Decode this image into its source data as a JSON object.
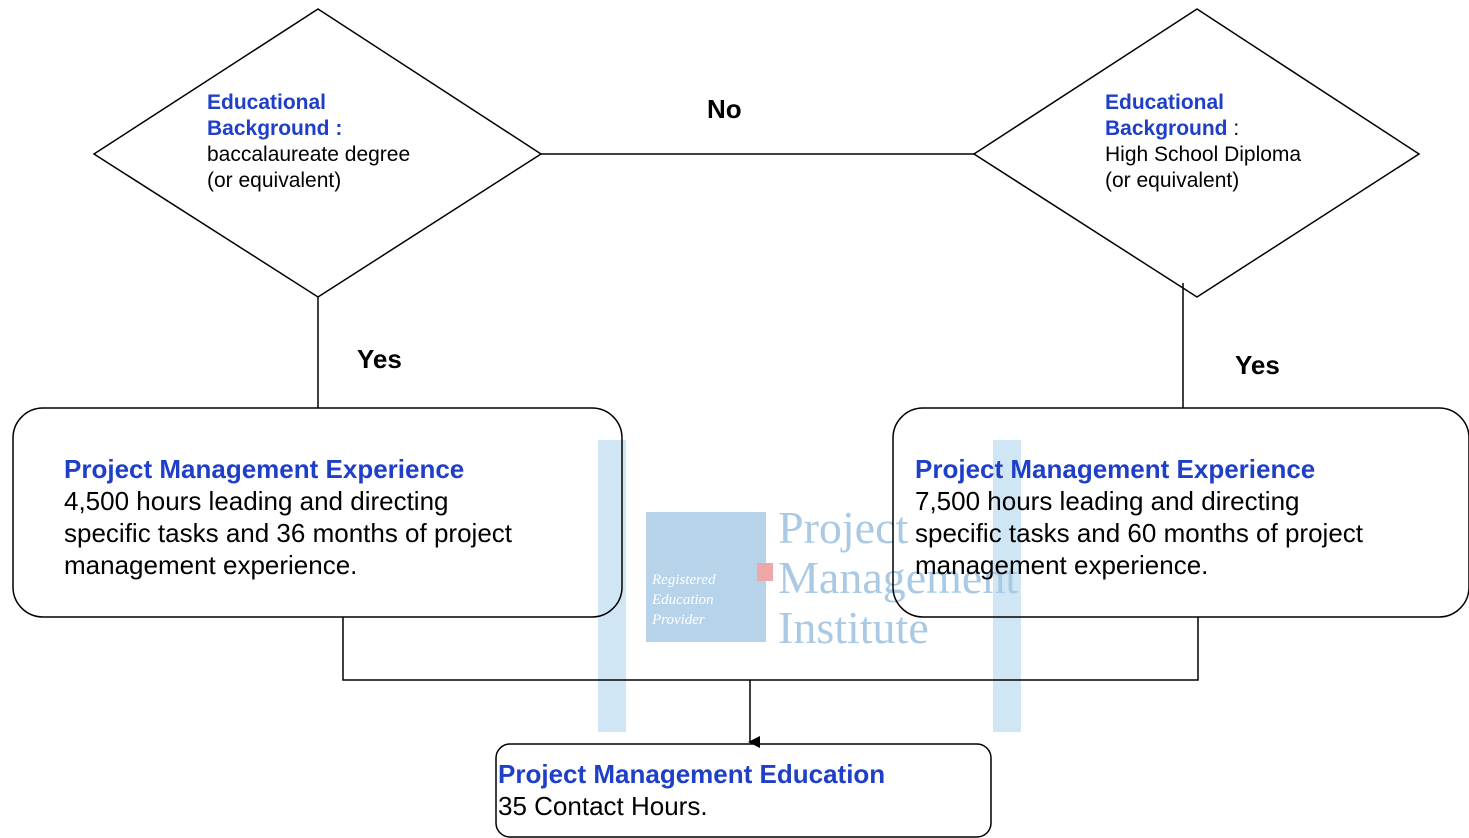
{
  "left_decision": {
    "title_line1": "Educational",
    "title_line2": "Background :",
    "line1": "baccalaureate degree",
    "line2": "(or equivalent)"
  },
  "right_decision": {
    "title_line1": "Educational",
    "title_line2": "Background",
    "colon": " :",
    "line1": "High School Diploma",
    "line2": "(or equivalent)"
  },
  "edges": {
    "no": "No",
    "yes_left": "Yes",
    "yes_right": "Yes"
  },
  "left_experience": {
    "title": "Project Management Experience",
    "line1": "4,500 hours leading and directing",
    "line2": "specific tasks and 36 months of project",
    "line3": "management experience."
  },
  "right_experience": {
    "title": "Project Management Experience",
    "line1": "7,500 hours leading and directing",
    "line2": "specific tasks and 60 months of project",
    "line3": "management experience."
  },
  "education": {
    "title": "Project Management Education",
    "line1": "35 Contact Hours."
  },
  "watermark": {
    "line1": "Project",
    "line2": "Management",
    "line3": "Institute",
    "badge1": "Registered",
    "badge2": "Education",
    "badge3": "Provider"
  },
  "colors": {
    "title_blue": "#1f3fc8",
    "watermark_blue": "#c9e2f3"
  }
}
